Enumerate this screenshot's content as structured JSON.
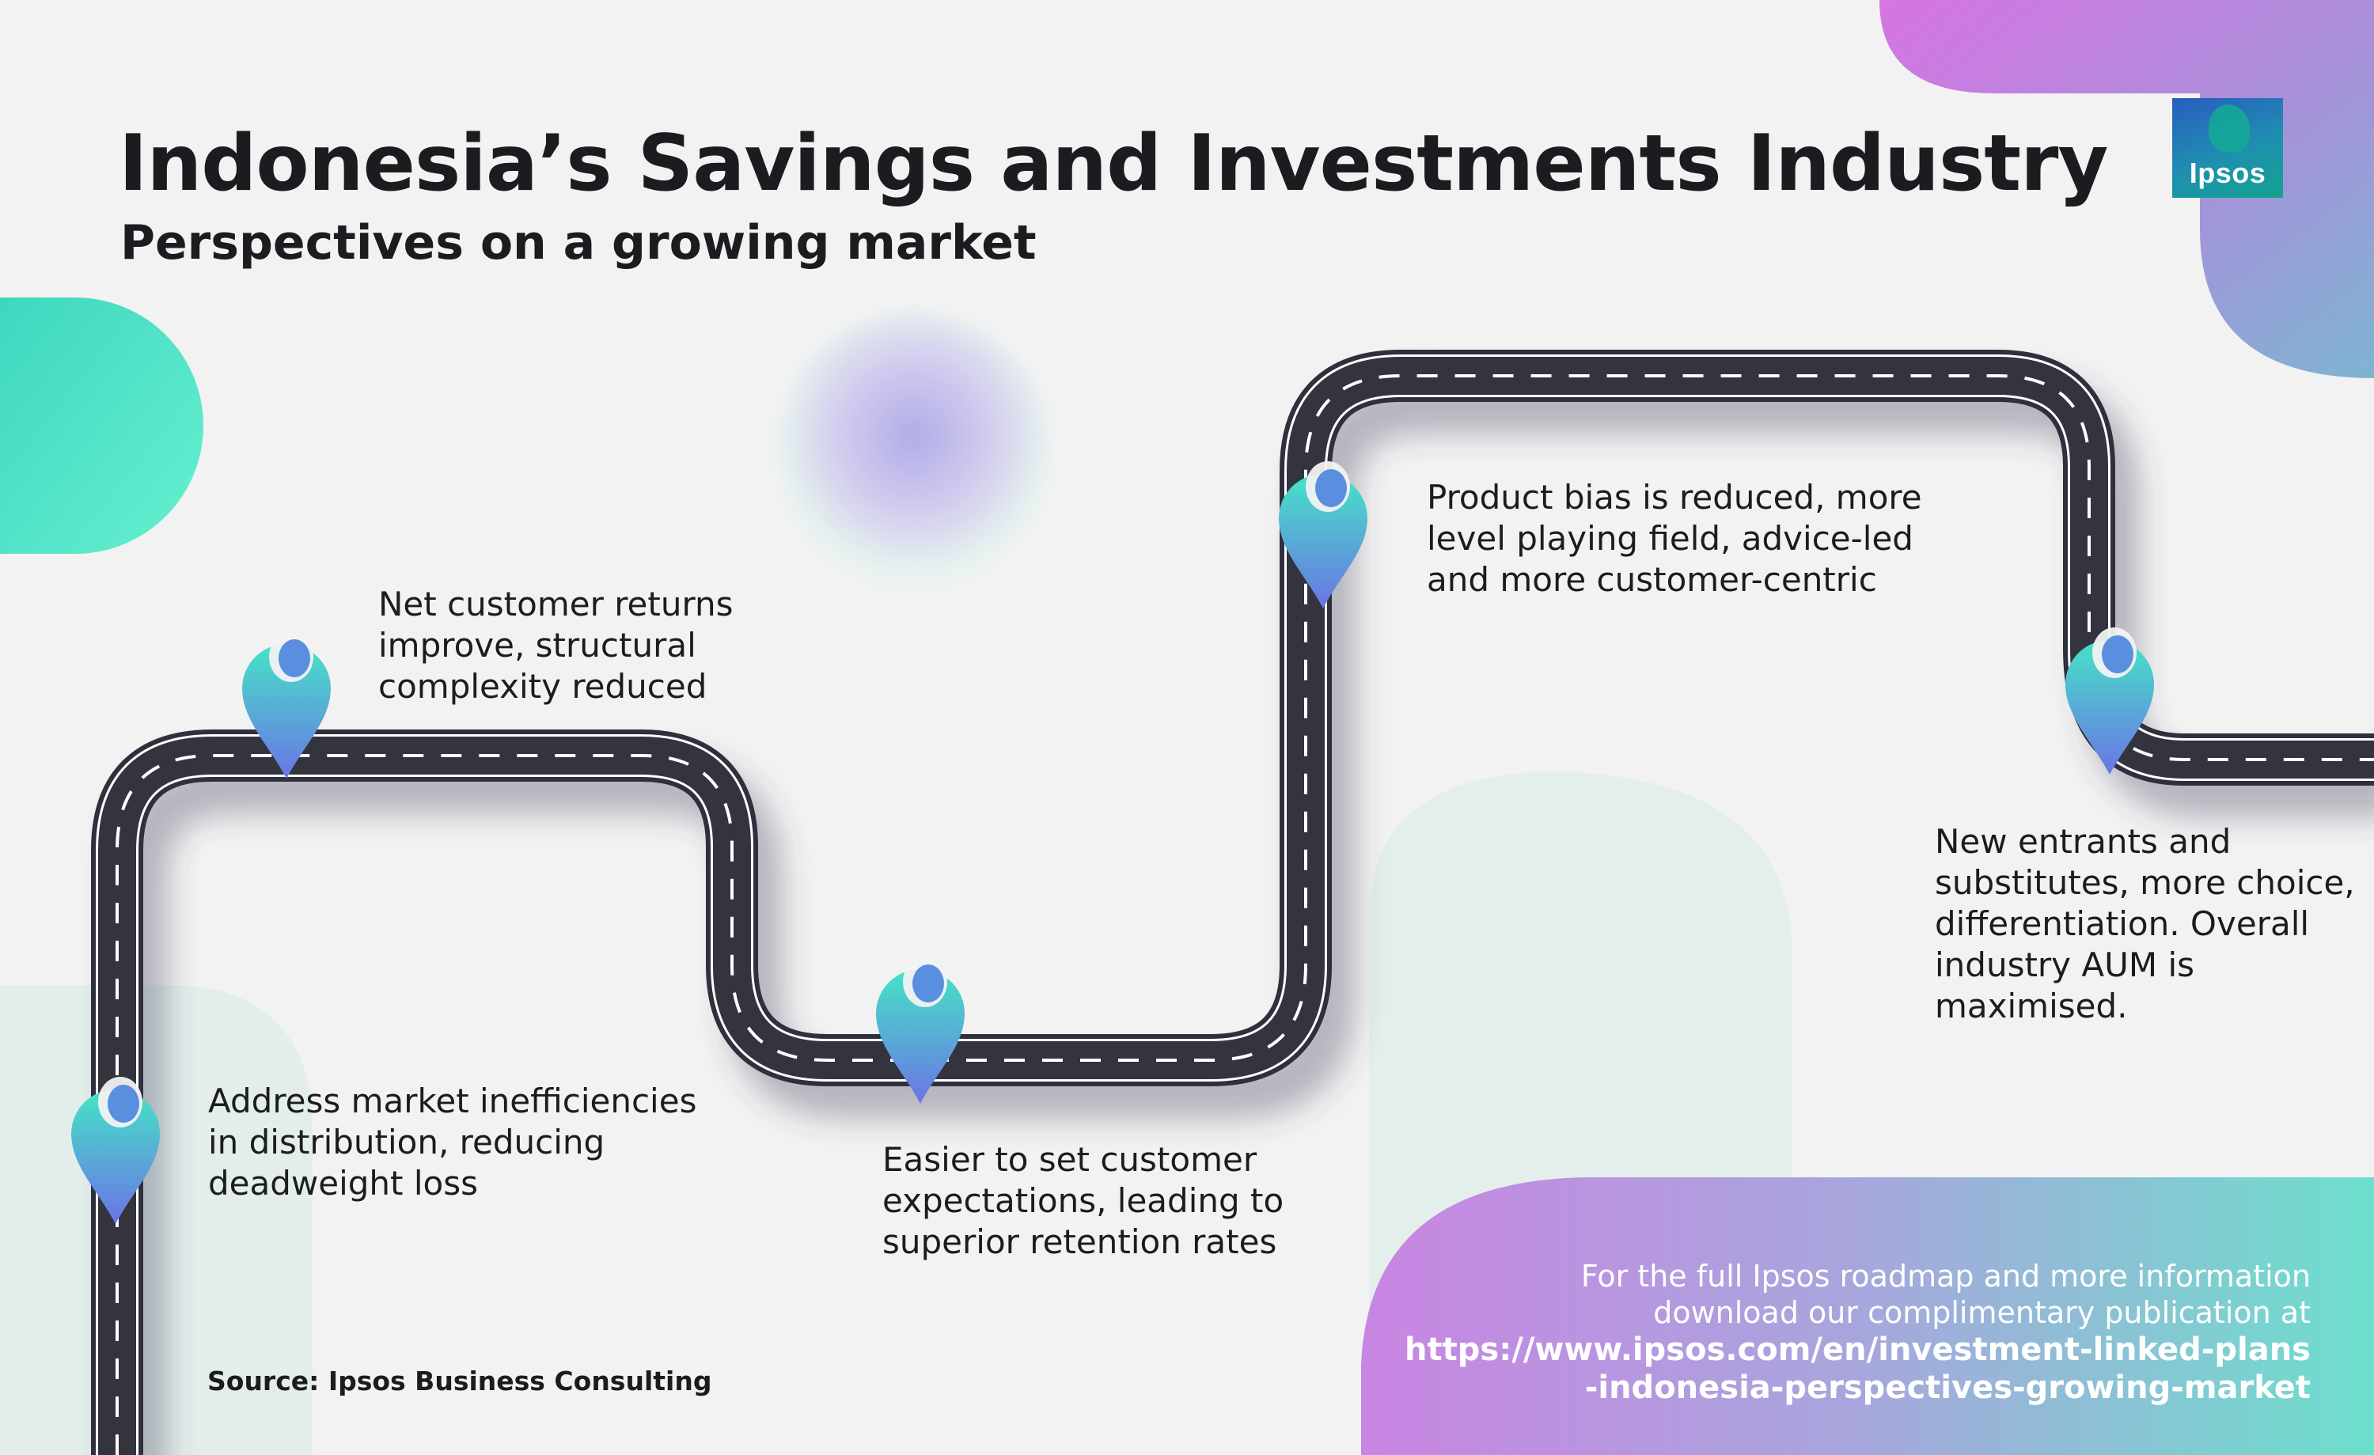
{
  "header": {
    "title": "Indonesia’s Savings and Investments Industry",
    "subtitle": "Perspectives on a growing market"
  },
  "logo": {
    "text": "Ipsos"
  },
  "milestones": [
    {
      "text": "Address market inefficiencies in distribution, reducing deadweight loss",
      "icon": "map-pin-icon"
    },
    {
      "text": "Net customer returns improve, structural complexity reduced",
      "icon": "map-pin-icon"
    },
    {
      "text": "Easier to set customer expectations, leading to superior retention rates",
      "icon": "map-pin-icon"
    },
    {
      "text": "Product bias is reduced, more level playing field, advice-led and more customer-centric",
      "icon": "map-pin-icon"
    },
    {
      "text": "New entrants and substitutes, more choice, differentiation. Overall industry AUM is maximised.",
      "icon": "map-pin-icon"
    }
  ],
  "source": "Source: Ipsos Business Consulting",
  "cta": {
    "line1": "For the full Ipsos roadmap and more information",
    "line2": "download our complimentary publication at",
    "link1": "https://www.ipsos.com/en/investment-linked-plans",
    "link2": "-indonesia-perspectives-growing-market"
  },
  "colors": {
    "background": "#f2f2f2",
    "road": "#2f2f3d",
    "pin_top": "#45e4c6",
    "pin_bottom": "#6b74e6",
    "accent_teal": "#5be8c9",
    "accent_purple": "#c07ae0"
  }
}
